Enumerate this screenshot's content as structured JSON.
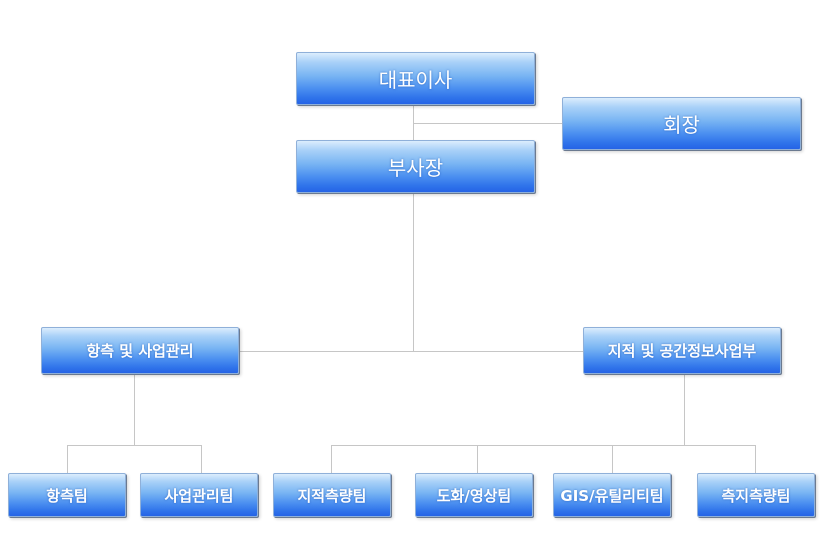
{
  "org_chart": {
    "ceo": "대표이사",
    "chairman": "회장",
    "vice_president": "부사장",
    "divisions": [
      {
        "label": "항측 및 사업관리",
        "teams": [
          "항측팀",
          "사업관리팀"
        ]
      },
      {
        "label": "지적 및 공간정보사업부",
        "teams": [
          "지적측량팀",
          "도화/영상팀",
          "GIS/유틸리티팀",
          "측지측량팀"
        ]
      }
    ]
  },
  "colors": {
    "box_gradient_top": "#dcedfd",
    "box_gradient_bottom": "#2563e6",
    "box_text": "#ffffff",
    "connector_line": "#c6c6c6",
    "background": "#ffffff"
  }
}
